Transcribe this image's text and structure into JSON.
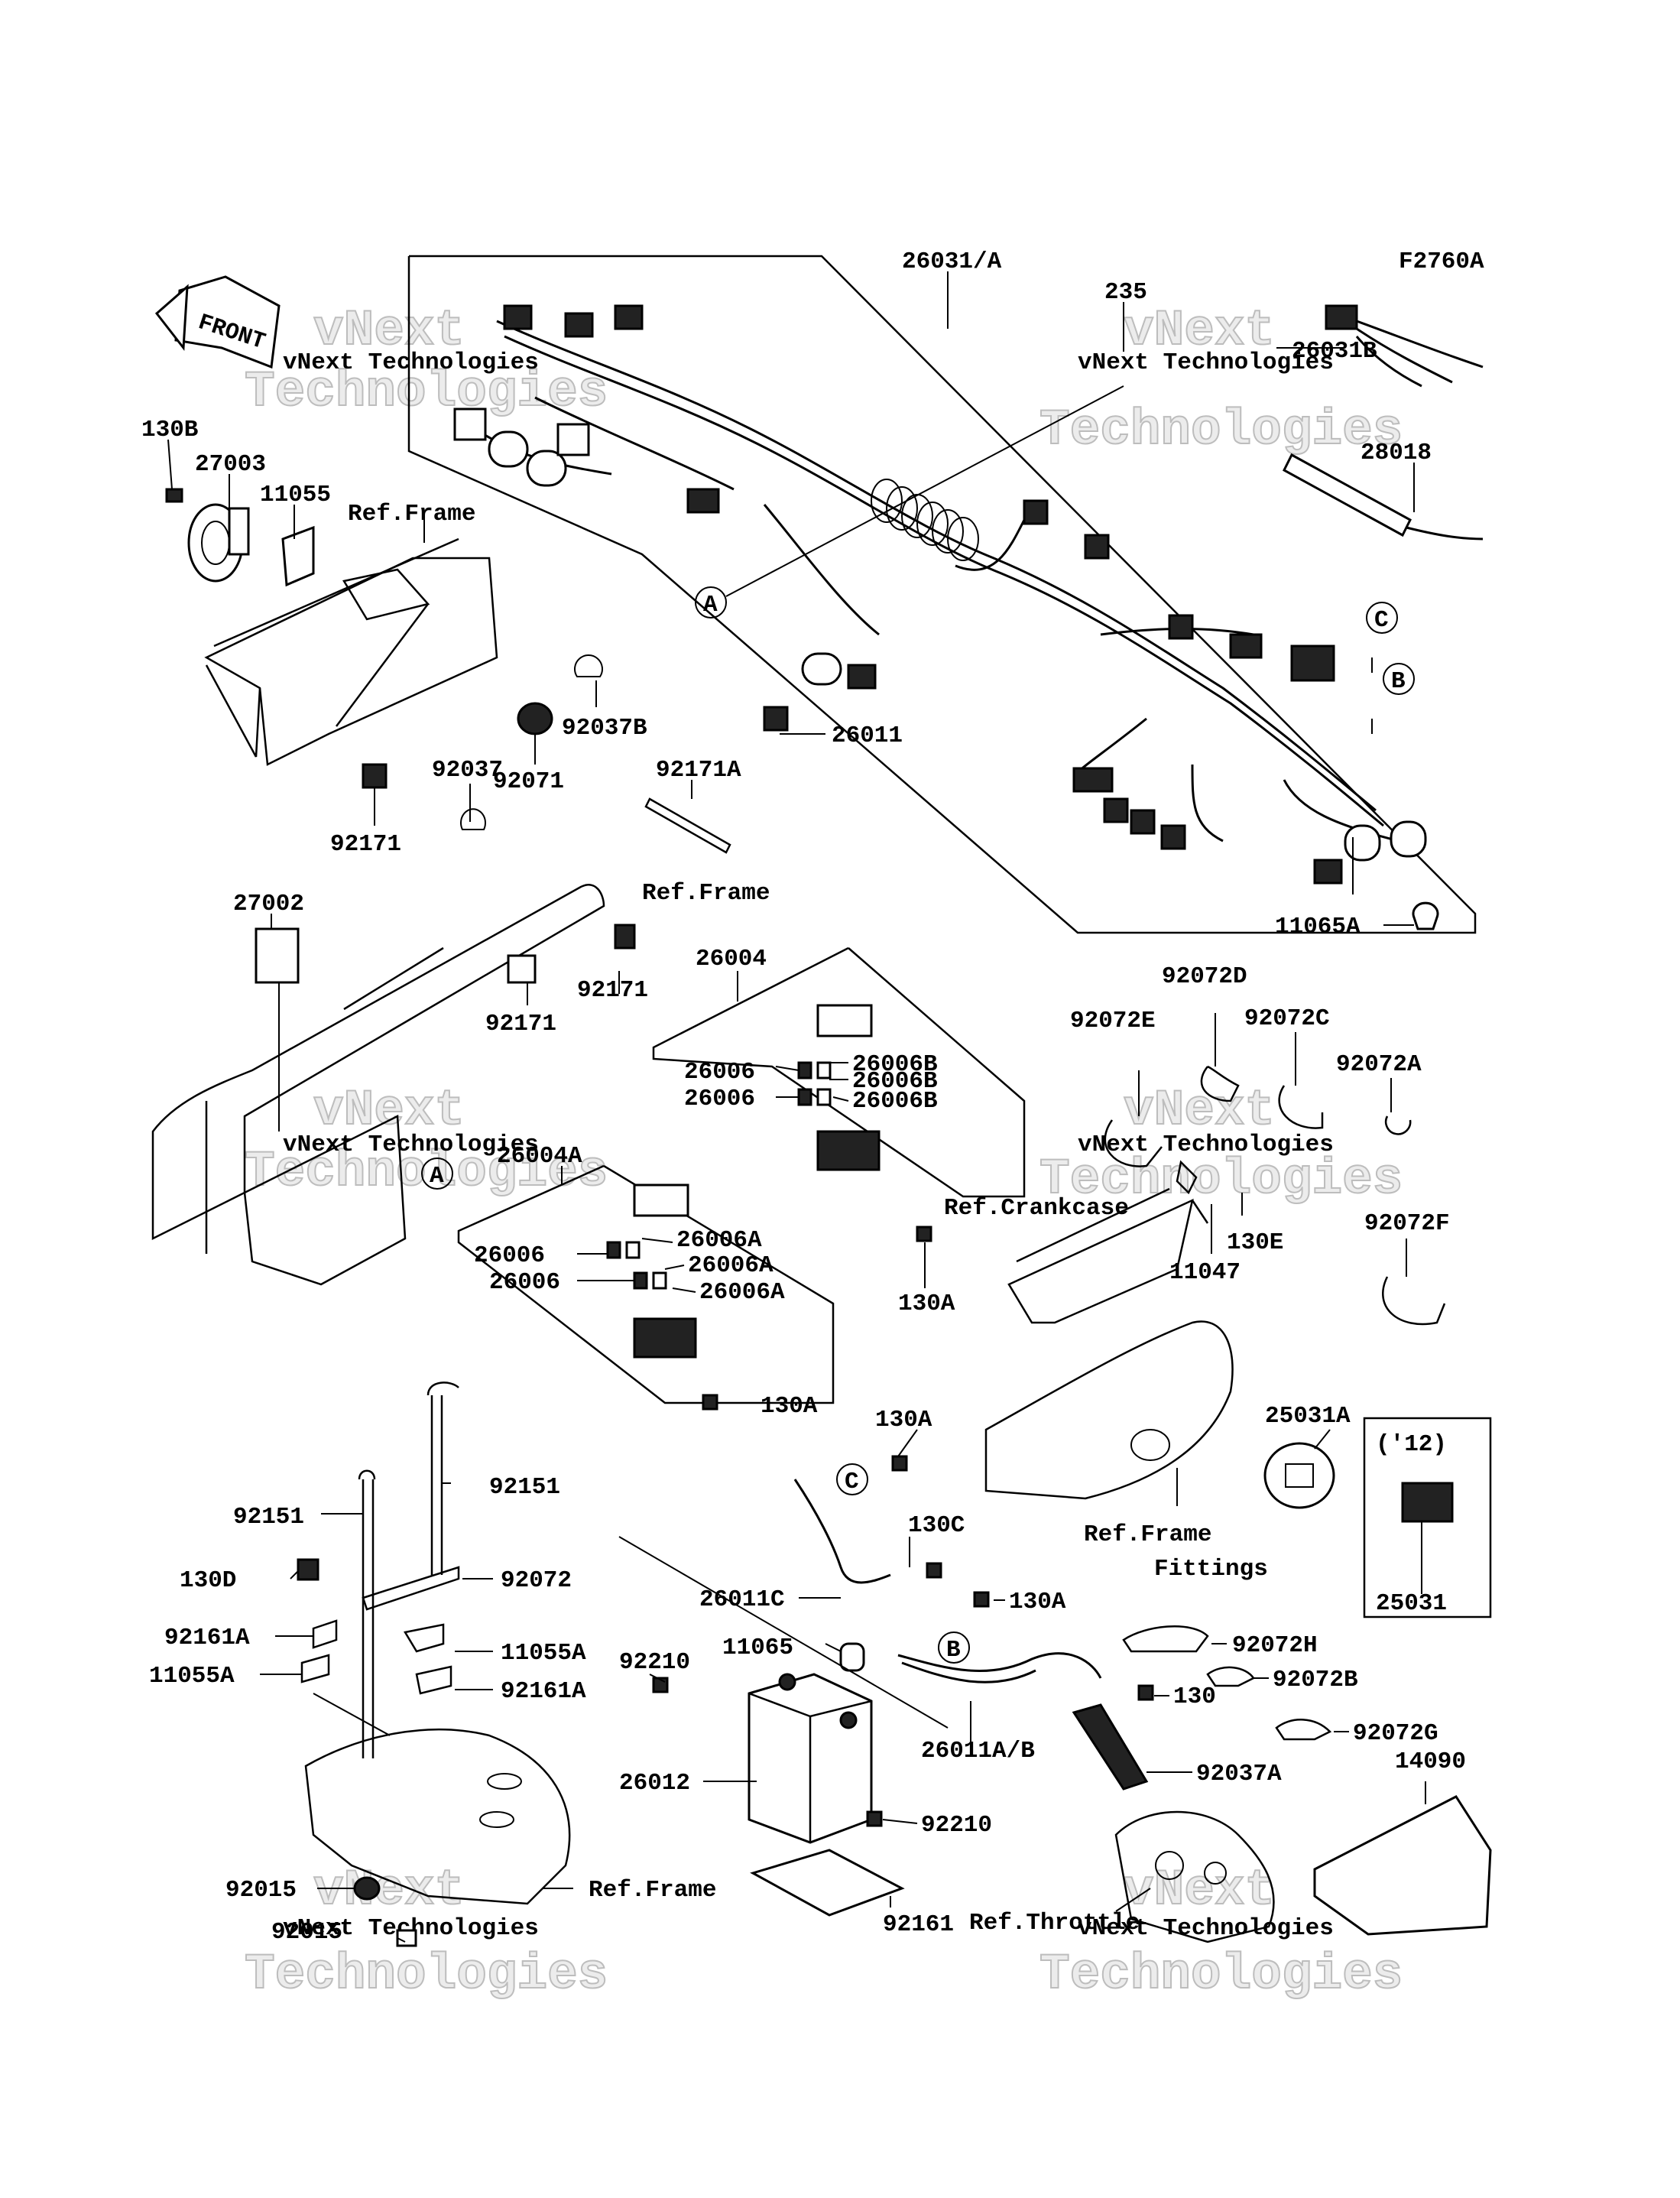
{
  "figure_code": "F2760A",
  "front_label": "FRONT",
  "watermark": {
    "company": "vNext Technologies",
    "big_line1": "vNext",
    "big_line2": "Technologies"
  },
  "callouts": {
    "A1": "A",
    "A2": "A",
    "B1": "B",
    "B2": "B",
    "C1": "C",
    "C2": "C"
  },
  "parts": {
    "p26031A": "26031/A",
    "p235": "235",
    "p26031B": "26031B",
    "p28018": "28018",
    "p130B": "130B",
    "p27003": "27003",
    "p11055": "11055",
    "refFrame1": "Ref.Frame",
    "p26011": "26011",
    "p92037B": "92037B",
    "p92037": "92037",
    "p92071": "92071",
    "p92171A": "92171A",
    "p92171a": "92171",
    "p11065A": "11065A",
    "p27002": "27002",
    "refFrame2": "Ref.Frame",
    "p92171b": "92171",
    "p92171c": "92171",
    "p26004": "26004",
    "p26006a": "26006",
    "p26006b": "26006",
    "p26006B1": "26006B",
    "p26006B2": "26006B",
    "p26006B3": "26006B",
    "p92072D": "92072D",
    "p92072E": "92072E",
    "p92072C": "92072C",
    "p92072A": "92072A",
    "p26004A": "26004A",
    "p26006c": "26006",
    "p26006d": "26006",
    "p26006A1": "26006A",
    "p26006A2": "26006A",
    "p26006A3": "26006A",
    "refCrankcase": "Ref.Crankcase",
    "p130E": "130E",
    "p11047": "11047",
    "p92072F": "92072F",
    "p130A1": "130A",
    "p130A2": "130A",
    "p130A3": "130A",
    "p130A4": "130A",
    "p25031A": "25031A",
    "year12": "('12)",
    "p25031": "25031",
    "refFrameFittings1": "Ref.Frame",
    "refFrameFittings2": "Fittings",
    "p92151a": "92151",
    "p92151b": "92151",
    "p92072": "92072",
    "p130D": "130D",
    "p130C": "130C",
    "p26011C": "26011C",
    "p92161A1": "92161A",
    "p11055A1": "11055A",
    "p11055A2": "11055A",
    "p92161A2": "92161A",
    "p92210a": "92210",
    "p11065": "11065",
    "p92072H": "92072H",
    "p92072B": "92072B",
    "p130": "130",
    "p92072G": "92072G",
    "p26011AB": "26011A/B",
    "p92037A": "92037A",
    "p14090": "14090",
    "p26012": "26012",
    "p92210b": "92210",
    "p92015a": "92015",
    "p92015b": "92015",
    "refFrame3": "Ref.Frame",
    "p92161": "92161",
    "refThrottle": "Ref.Throttle"
  }
}
